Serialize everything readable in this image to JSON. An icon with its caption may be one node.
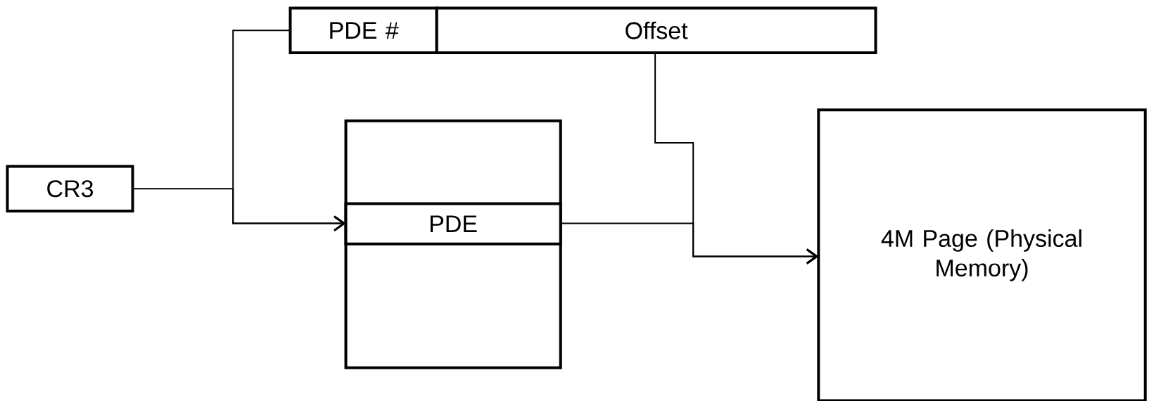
{
  "diagram": {
    "nodes": [
      {
        "text": [
          "PDE #"
        ]
      },
      {
        "text": [
          "Offset"
        ]
      },
      {
        "text": [
          "CR3"
        ]
      },
      {
        "text": [],
        "shape": "box"
      },
      {
        "text": [
          "PDE"
        ],
        "in": 3
      },
      {
        "text": [
          "4M Page (Physical Memory)"
        ]
      }
    ],
    "edges": [
      {
        "from": 0,
        "to": 4,
        "arrow": "to"
      },
      {
        "from": 2,
        "to": 4,
        "arrow": "to"
      },
      {
        "from": 1,
        "to": 5,
        "arrow": "to"
      },
      {
        "from": 4,
        "to": 5,
        "arrow": "to"
      }
    ]
  }
}
